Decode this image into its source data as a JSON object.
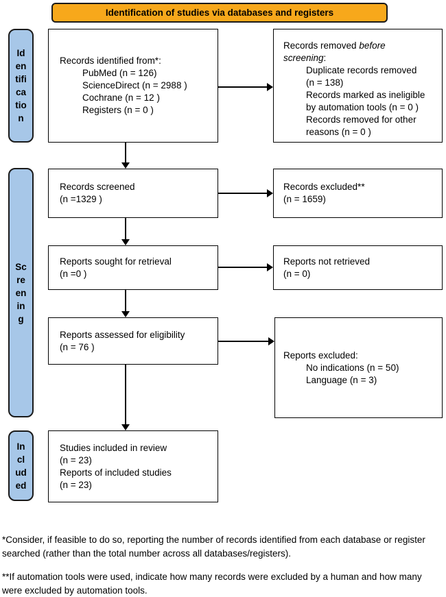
{
  "banner": {
    "label": "Identification of studies via databases and registers"
  },
  "colors": {
    "banner_bg": "#F7A81B",
    "stage_bg": "#A7C7E8"
  },
  "stages": {
    "identification": {
      "label": "Identification",
      "display": "Id\nen\ntifi\nca\ntio\nn"
    },
    "screening": {
      "label": "Screening",
      "display": "Sc\nre\nen\nin\ng"
    },
    "included": {
      "label": "Included",
      "display": "In\ncl\nud\ned"
    }
  },
  "boxes": {
    "identified": {
      "title": "Records identified from*:",
      "items": [
        "PubMed (n = 126)",
        "ScienceDirect (n = 2988 )",
        "Cochrane (n = 12 )",
        "Registers (n = 0 )"
      ]
    },
    "removed": {
      "title_l1_regular": "Records removed",
      "title_l1_italic": "before",
      "title_l2_italic": "screening",
      "title_l2_regular": ":",
      "items": [
        {
          "lines": [
            "Duplicate records removed",
            "(n = 138)"
          ]
        },
        {
          "lines": [
            "Records marked as ineligible",
            "by automation tools (n = 0 )"
          ]
        },
        {
          "lines": [
            "Records removed for other",
            "reasons (n = 0 )"
          ]
        }
      ]
    },
    "screened": {
      "line1": "Records screened",
      "line2": "(n =1329 )"
    },
    "excluded": {
      "line1": "Records excluded**",
      "line2": "(n = 1659)"
    },
    "sought": {
      "line1": "Reports sought for retrieval",
      "line2": "(n =0 )"
    },
    "not_retrieved": {
      "line1": "Reports not retrieved",
      "line2": "(n = 0)"
    },
    "assessed": {
      "line1": "Reports assessed for eligibility",
      "line2": "(n = 76 )"
    },
    "reports_excluded": {
      "title": "Reports excluded:",
      "items": [
        "No indications (n = 50)",
        "Language (n = 3)"
      ]
    },
    "included_review": {
      "lines": [
        "Studies included in review",
        "(n = 23)",
        "Reports of included studies",
        "(n = 23)"
      ]
    }
  },
  "footnotes": {
    "first": "*Consider, if feasible to do so, reporting the number of records identified from each database or register searched (rather than the total number across all databases/registers).",
    "second": "**If automation tools were used, indicate how many records were excluded by a human and how many were excluded by automation tools."
  }
}
